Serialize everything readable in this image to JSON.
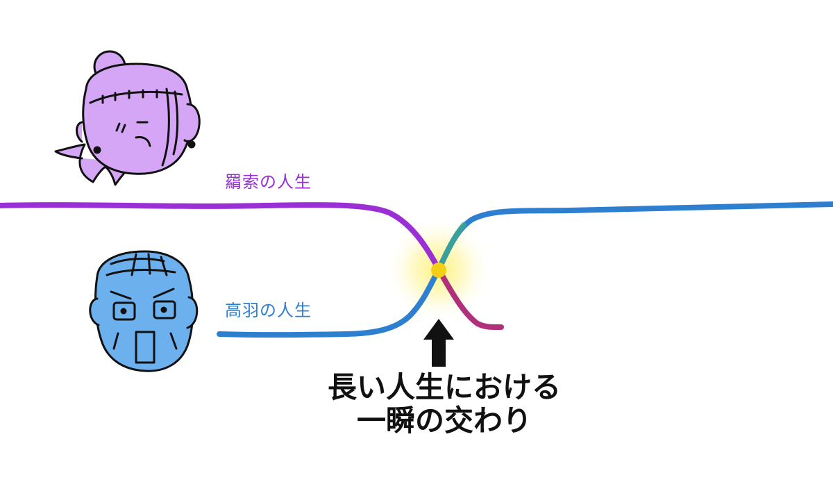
{
  "labels": {
    "top_life": "羂索の人生",
    "bottom_life": "高羽の人生"
  },
  "caption": {
    "line1": "長い人生における",
    "line2": "一瞬の交わり"
  },
  "colors": {
    "top_line": "#9b2fd6",
    "bottom_line": "#2f7fd0",
    "top_face": "#d4a6f5",
    "bottom_face": "#6cb0ee",
    "glow": "#fff27a",
    "intersection_dot": "#f5cf16",
    "arrow": "#111111"
  },
  "icons": {
    "top_character": "purple-character-face-icon",
    "bottom_character": "blue-character-face-icon",
    "arrow": "up-arrow-icon"
  }
}
